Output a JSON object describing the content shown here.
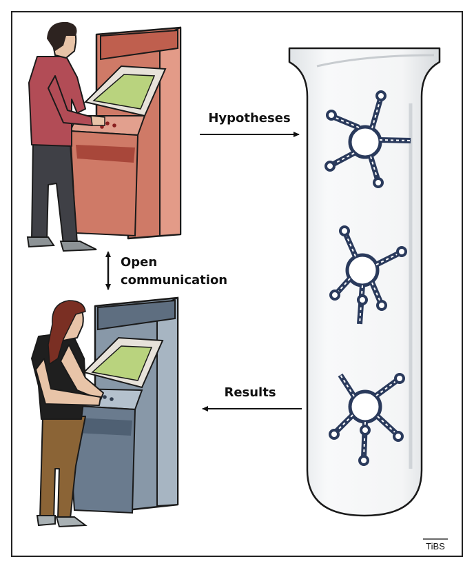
{
  "labels": {
    "hypotheses": "Hypotheses",
    "open_line1": "Open",
    "open_line2": "communication",
    "results": "Results",
    "tibs_logo": "TiBS"
  },
  "colors": {
    "arcade_red": "#d27a66",
    "arcade_red_dark": "#a8473a",
    "arcade_gray": "#8898a8",
    "arcade_gray_dark": "#4f6073",
    "screen_green": "#b9d37e",
    "rna_navy": "#2a3a5c",
    "tube_fill": "#f1f3f4"
  },
  "icons": [
    "arcade-cabinet",
    "player-man",
    "player-woman",
    "test-tube",
    "rna-molecule"
  ]
}
